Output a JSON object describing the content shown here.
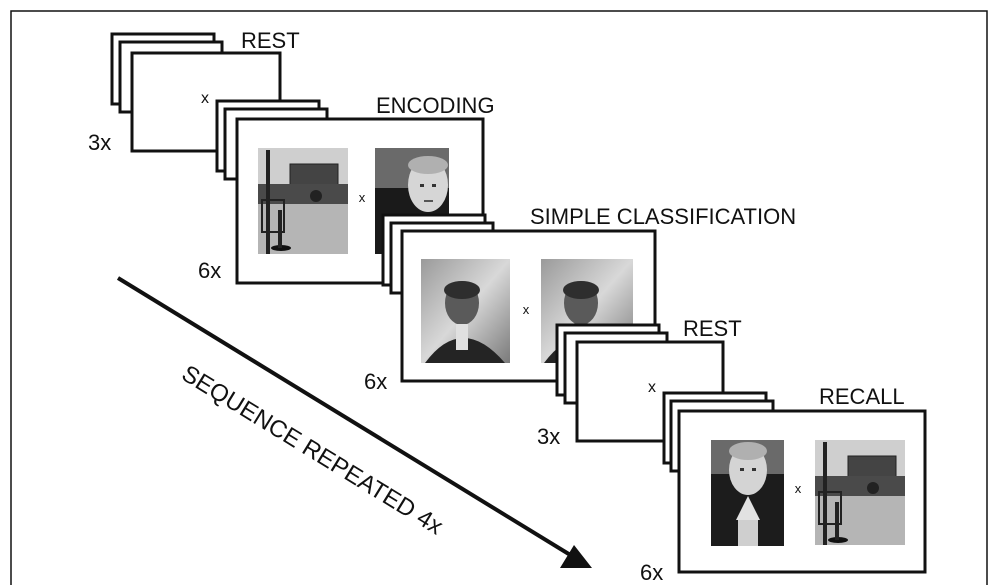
{
  "blocks": [
    {
      "label": "REST",
      "count": "3x",
      "fixation": "x",
      "stimuli": "none"
    },
    {
      "label": "ENCODING",
      "count": "6x",
      "fixation": "x",
      "stimuli": "scene-photo, face-photo"
    },
    {
      "label": "SIMPLE CLASSIFICATION",
      "count": "6x",
      "fixation": "x",
      "stimuli": "face-photo, face-photo"
    },
    {
      "label": "REST",
      "count": "3x",
      "fixation": "x",
      "stimuli": "none"
    },
    {
      "label": "RECALL",
      "count": "6x",
      "fixation": "x",
      "stimuli": "face-photo, scene-photo"
    }
  ],
  "arrow_label": "SEQUENCE REPEATED 4x",
  "colors": {
    "ink": "#111111",
    "paper": "#ffffff"
  }
}
